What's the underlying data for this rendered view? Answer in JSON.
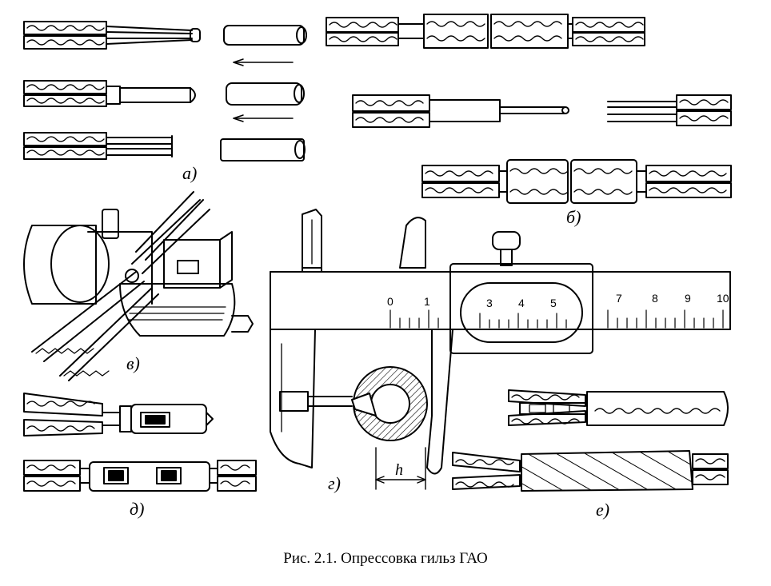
{
  "caption": "Рис. 2.1. Опрессовка гильз ГАО",
  "panel_labels": {
    "a": "а)",
    "b": "б)",
    "v": "в)",
    "g": "г)",
    "d": "д)",
    "e": "е)"
  },
  "dimension_label": "h",
  "caliper_main_scale": [
    "0",
    "1",
    "7",
    "8",
    "9",
    "10"
  ],
  "caliper_vernier_scale": [
    "3",
    "4",
    "5"
  ]
}
